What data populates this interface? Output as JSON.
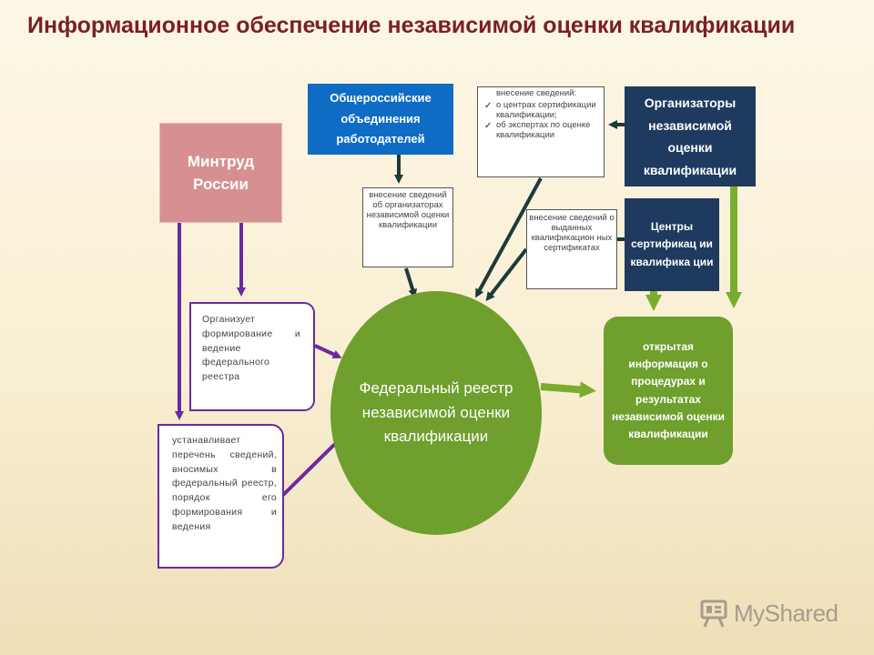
{
  "title": "Информационное обеспечение независимой оценки квалификации",
  "nodes": {
    "mintrud": "Минтруд России",
    "employers": "Общероссийские объединения работодателей",
    "organizers": "Организаторы независимой оценки квалификации",
    "centers": "Центры сертификац ии квалифика ции",
    "registry": "Федеральный реестр независимой оценки квалификации",
    "open_info": "открытая информация о процедурах и результатах независимой оценки квалификации",
    "organizes": "Организует формирование и ведение федерального реестра",
    "establishes": "устанавливает перечень сведений, вносимых в федеральный реестр, порядок его формирования и ведения"
  },
  "notes": {
    "employers_to_registry": "внесение сведений об организаторах независимой оценки квалификации",
    "organizers_heading": "внесение сведений:",
    "organizers_items": [
      "о центрах сертификации квалификации;",
      "об экспертах по оценке квалификации"
    ],
    "centers_to_registry": "внесение сведений о выданных квалификацион ных сертификатах"
  },
  "logo": {
    "text": "MyShared"
  },
  "colors": {
    "title": "#7a1f25",
    "mintrud": "#d69092",
    "navy": "#1f3a5f",
    "blue": "#0f6cc4",
    "green": "#6f9f2d",
    "arrow_green": "#7aad2f",
    "purple": "#6a2a9e",
    "arrow_dark": "#1e3a3a"
  }
}
